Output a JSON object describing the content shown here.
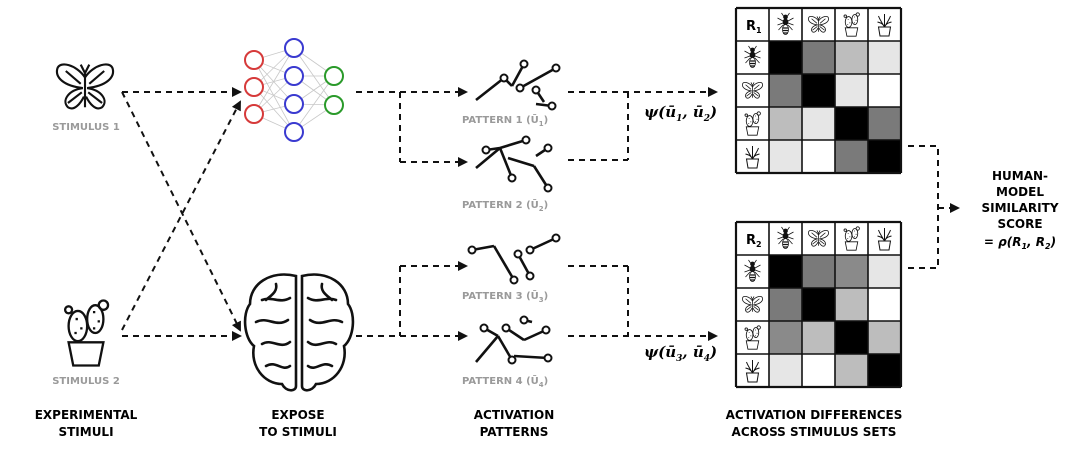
{
  "stimuli": {
    "stimulus1": "STIMULUS 1",
    "stimulus2": "STIMULUS 2"
  },
  "patterns": {
    "p1": "PATTERN 1 (Ū",
    "p1_sub": "1",
    "p2": "PATTERN 2 (Ū",
    "p2_sub": "2",
    "p3": "PATTERN 3 (Ū",
    "p3_sub": "3",
    "p4": "PATTERN 4 (Ū",
    "p4_sub": "4",
    "close": ")"
  },
  "psi": {
    "top": "ψ(ū",
    "top_sub1": "1",
    "top_mid": ", ū",
    "top_sub2": "2",
    "bottom": "ψ(ū",
    "bottom_sub1": "3",
    "bottom_mid": ", ū",
    "bottom_sub2": "4",
    "close": ")"
  },
  "matrices": {
    "r1_label": "R",
    "r1_sub": "1",
    "r2_label": "R",
    "r2_sub": "2",
    "r1_shades": [
      [
        "#000000",
        "#7a7a7a",
        "#bdbdbd",
        "#e6e6e6"
      ],
      [
        "#7a7a7a",
        "#000000",
        "#e6e6e6",
        "#ffffff"
      ],
      [
        "#bdbdbd",
        "#e6e6e6",
        "#000000",
        "#7a7a7a"
      ],
      [
        "#e6e6e6",
        "#ffffff",
        "#7a7a7a",
        "#000000"
      ]
    ],
    "r2_shades": [
      [
        "#000000",
        "#7a7a7a",
        "#8a8a8a",
        "#e6e6e6"
      ],
      [
        "#7a7a7a",
        "#000000",
        "#bdbdbd",
        "#ffffff"
      ],
      [
        "#8a8a8a",
        "#bdbdbd",
        "#000000",
        "#bdbdbd"
      ],
      [
        "#e6e6e6",
        "#ffffff",
        "#bdbdbd",
        "#000000"
      ]
    ],
    "icon_order": [
      "bee-icon",
      "butterfly-icon",
      "cactus-icon",
      "plant-icon"
    ]
  },
  "score": {
    "line1": "HUMAN-",
    "line2": "MODEL",
    "line3": "SIMILARITY",
    "line4": "SCORE",
    "formula": "= ρ(R",
    "f_sub1": "1",
    "f_mid": ", R",
    "f_sub2": "2",
    "f_close": ")"
  },
  "captions": {
    "c1_line1": "EXPERIMENTAL",
    "c1_line2": "STIMULI",
    "c2_line1": "EXPOSE",
    "c2_line2": "TO STIMULI",
    "c3_line1": "ACTIVATION",
    "c3_line2": "PATTERNS",
    "c4_line1": "ACTIVATION DIFFERENCES",
    "c4_line2": "ACROSS STIMULUS SETS"
  },
  "colors": {
    "input_neurons": "#d63a3a",
    "hidden_neurons": "#3a3ad0",
    "output_neurons": "#2a9a2a"
  }
}
